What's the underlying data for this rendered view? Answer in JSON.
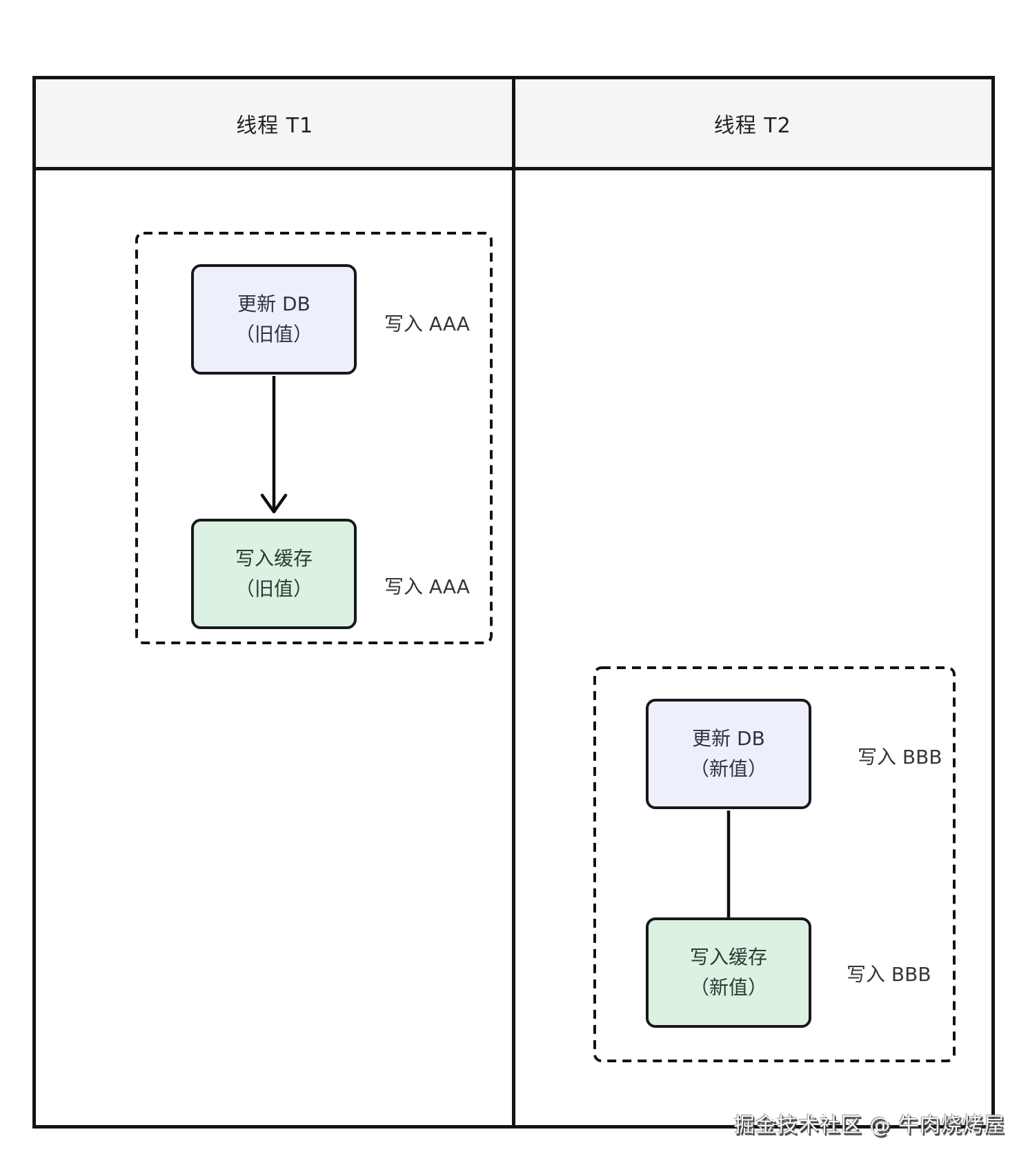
{
  "columns": [
    {
      "header": "线程 T1",
      "steps": [
        {
          "line1": "更新 DB",
          "line2": "（旧值）",
          "annotation": "写入 AAA"
        },
        {
          "line1": "写入缓存",
          "line2": "（旧值）",
          "annotation": "写入 AAA"
        }
      ]
    },
    {
      "header": "线程 T2",
      "steps": [
        {
          "line1": "更新 DB",
          "line2": "（新值）",
          "annotation": "写入 BBB"
        },
        {
          "line1": "写入缓存",
          "line2": "（新值）",
          "annotation": "写入 BBB"
        }
      ]
    }
  ],
  "watermark": "掘金技术社区 @ 牛肉烧烤屋",
  "colors": {
    "db_step_fill": "#edf0fa",
    "cache_step_fill": "#ddf1e2",
    "header_bg": "#f6f5f4",
    "line": "#141414"
  }
}
